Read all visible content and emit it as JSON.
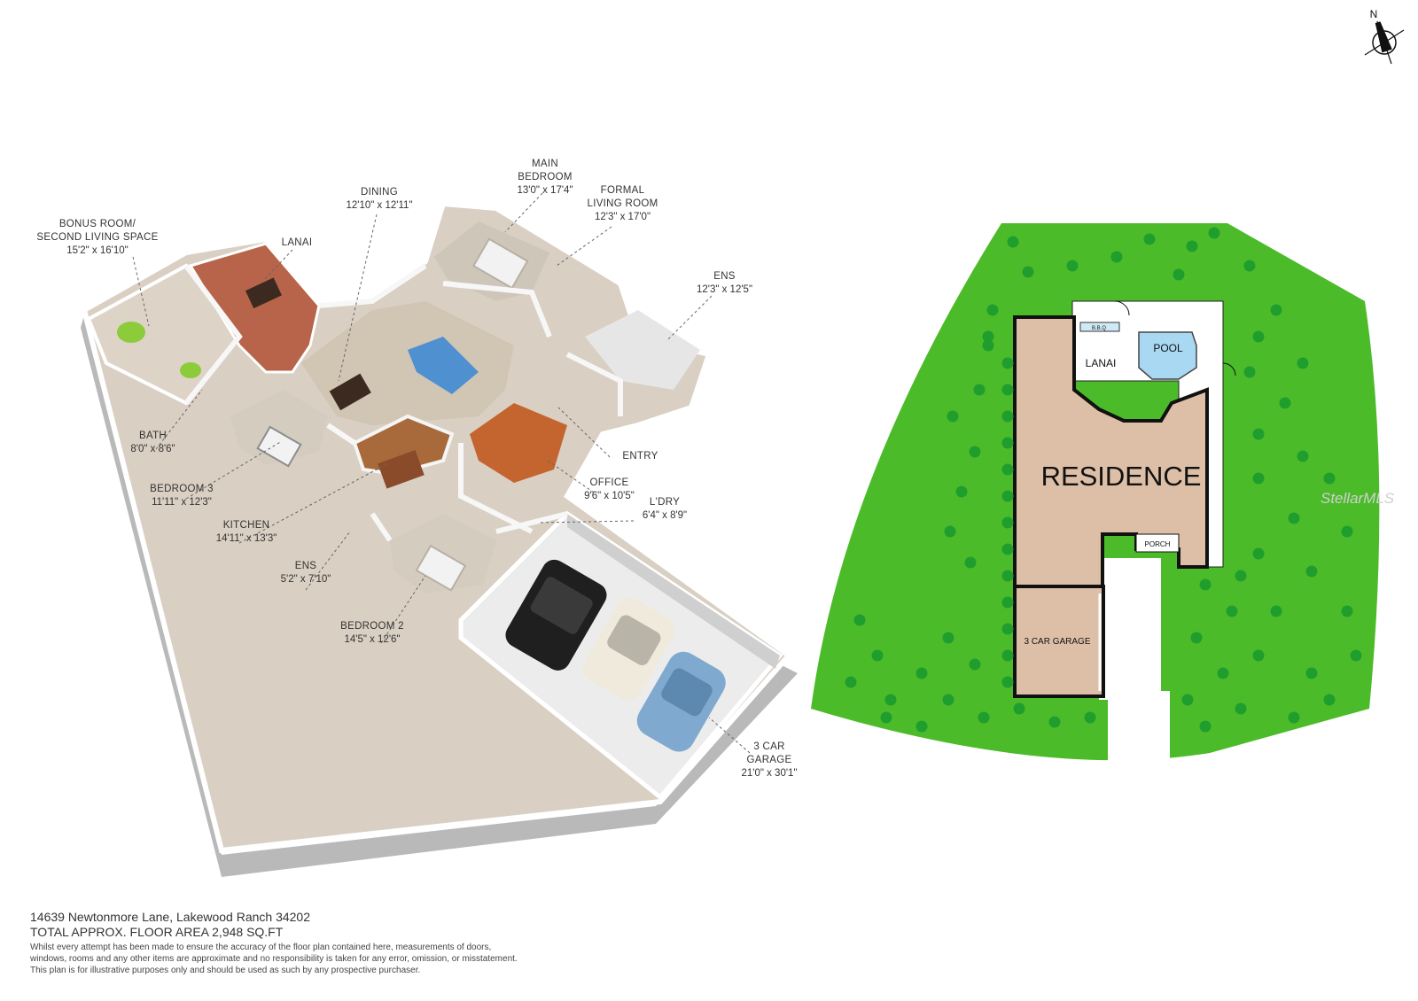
{
  "rooms": [
    {
      "name_lines": [
        "BONUS ROOM/",
        "SECOND LIVING SPACE"
      ],
      "dim": "15'2\" x 16'10\""
    },
    {
      "name_lines": [
        "LANAI"
      ],
      "dim": ""
    },
    {
      "name_lines": [
        "DINING"
      ],
      "dim": "12'10\" x 12'11\""
    },
    {
      "name_lines": [
        "MAIN",
        "BEDROOM"
      ],
      "dim": "13'0\" x 17'4\""
    },
    {
      "name_lines": [
        "FORMAL",
        "LIVING ROOM"
      ],
      "dim": "12'3\" x 17'0\""
    },
    {
      "name_lines": [
        "ENS"
      ],
      "dim": "12'3\" x 12'5\""
    },
    {
      "name_lines": [
        "BATH"
      ],
      "dim": "8'0\" x 8'6\""
    },
    {
      "name_lines": [
        "BEDROOM 3"
      ],
      "dim": "11'11\" x 12'3\""
    },
    {
      "name_lines": [
        "KITCHEN"
      ],
      "dim": "14'11\" x 13'3\""
    },
    {
      "name_lines": [
        "ENS"
      ],
      "dim": "5'2\" x 7'10\""
    },
    {
      "name_lines": [
        "BEDROOM 2"
      ],
      "dim": "14'5\" x 12'6\""
    },
    {
      "name_lines": [
        "ENTRY"
      ],
      "dim": ""
    },
    {
      "name_lines": [
        "OFFICE"
      ],
      "dim": "9'6\" x 10'5\""
    },
    {
      "name_lines": [
        "L'DRY"
      ],
      "dim": "6'4\" x 8'9\""
    },
    {
      "name_lines": [
        "3 CAR",
        "GARAGE"
      ],
      "dim": "21'0\" x 30'1\""
    }
  ],
  "site": {
    "residence": "RESIDENCE",
    "lanai": "LANAI",
    "pool": "POOL",
    "bbq": "B.B.Q",
    "porch": "PORCH",
    "garage": "3 CAR GARAGE"
  },
  "compass": {
    "north": "N"
  },
  "watermark": "StellarMLS",
  "footer": {
    "address": "14639 Newtonmore Lane, Lakewood Ranch 34202",
    "area": "TOTAL APPROX. FLOOR AREA 2,948 SQ.FT",
    "disclaimer_lines": [
      "Whilst every attempt has been made to ensure the accuracy of the floor plan contained here, measurements of doors,",
      "windows, rooms and any other items are approximate and no responsibility is taken for any error, omission, or misstatement.",
      "This plan is for illustrative purposes only and should be used as such by any prospective purchaser."
    ]
  },
  "colors": {
    "lawn": "#4cbb2a",
    "tree": "#1f9e2e",
    "residence": "#ddbfa7",
    "pool": "#a9d8f2",
    "floor": "#d9cfc2",
    "wall": "#f3f3f3"
  }
}
